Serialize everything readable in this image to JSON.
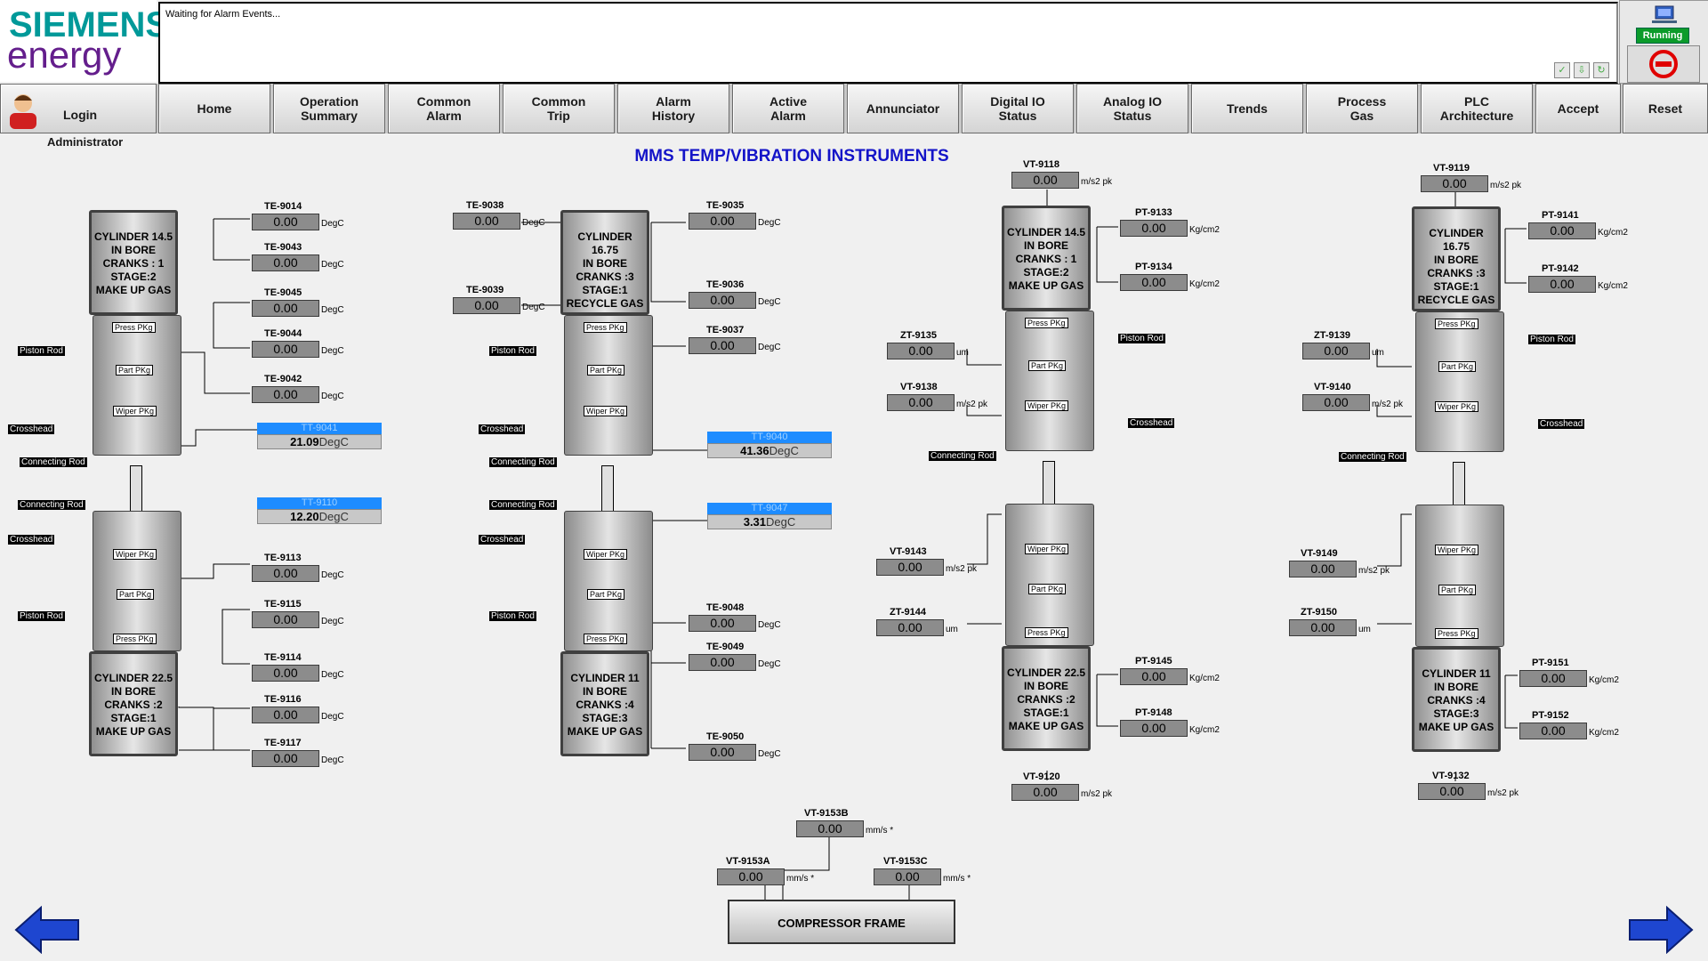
{
  "brand": {
    "line1": "SIEMENS",
    "line2": "energy"
  },
  "alarm": {
    "text": "Waiting for Alarm Events..."
  },
  "status": {
    "running": "Running"
  },
  "login": {
    "label": "Login",
    "user": "Administrator"
  },
  "nav": [
    "Home",
    "Operation\nSummary",
    "Common\nAlarm",
    "Common\nTrip",
    "Alarm\nHistory",
    "Active\nAlarm",
    "Annunciator",
    "Digital IO\nStatus",
    "Analog IO\nStatus",
    "Trends",
    "Process\nGas",
    "PLC\nArchitecture",
    "Accept",
    "Reset"
  ],
  "title": "MMS TEMP/VIBRATION  INSTRUMENTS",
  "pk": {
    "press": "Press PKg",
    "part": "Part PKg",
    "wiper": "Wiper PKg"
  },
  "labels": {
    "piston": "Piston Rod",
    "crosshead": "Crosshead",
    "connrod": "Connecting Rod"
  },
  "cylinders": [
    {
      "text": "CYLINDER 14.5\nIN BORE\nCRANKS : 1\nSTAGE:2\nMAKE UP GAS"
    },
    {
      "text": "CYLINDER 22.5\nIN BORE\nCRANKS :2\nSTAGE:1\nMAKE UP GAS"
    },
    {
      "text": "CYLINDER 16.75\nIN BORE\nCRANKS :3\nSTAGE:1\nRECYCLE GAS"
    },
    {
      "text": "CYLINDER 11\nIN BORE\nCRANKS :4\nSTAGE:3\nMAKE UP GAS"
    },
    {
      "text": "CYLINDER 14.5\nIN BORE\nCRANKS : 1\nSTAGE:2\nMAKE UP GAS"
    },
    {
      "text": "CYLINDER 22.5\nIN BORE\nCRANKS :2\nSTAGE:1\nMAKE UP GAS"
    },
    {
      "text": "CYLINDER 16.75\nIN BORE\nCRANKS :3\nSTAGE:1\nRECYCLE GAS"
    },
    {
      "text": "CYLINDER 11\nIN BORE\nCRANKS :4\nSTAGE:3\nMAKE UP GAS"
    }
  ],
  "instruments": [
    {
      "tag": "TE-9014",
      "value": "0.00",
      "unit": "DegC"
    },
    {
      "tag": "TE-9043",
      "value": "0.00",
      "unit": "DegC"
    },
    {
      "tag": "TE-9045",
      "value": "0.00",
      "unit": "DegC"
    },
    {
      "tag": "TE-9044",
      "value": "0.00",
      "unit": "DegC"
    },
    {
      "tag": "TE-9042",
      "value": "0.00",
      "unit": "DegC"
    },
    {
      "tag": "TE-9113",
      "value": "0.00",
      "unit": "DegC"
    },
    {
      "tag": "TE-9115",
      "value": "0.00",
      "unit": "DegC"
    },
    {
      "tag": "TE-9114",
      "value": "0.00",
      "unit": "DegC"
    },
    {
      "tag": "TE-9116",
      "value": "0.00",
      "unit": "DegC"
    },
    {
      "tag": "TE-9117",
      "value": "0.00",
      "unit": "DegC"
    },
    {
      "tag": "TE-9038",
      "value": "0.00",
      "unit": "DegC"
    },
    {
      "tag": "TE-9039",
      "value": "0.00",
      "unit": "DegC"
    },
    {
      "tag": "TE-9035",
      "value": "0.00",
      "unit": "DegC"
    },
    {
      "tag": "TE-9036",
      "value": "0.00",
      "unit": "DegC"
    },
    {
      "tag": "TE-9037",
      "value": "0.00",
      "unit": "DegC"
    },
    {
      "tag": "TE-9048",
      "value": "0.00",
      "unit": "DegC"
    },
    {
      "tag": "TE-9049",
      "value": "0.00",
      "unit": "DegC"
    },
    {
      "tag": "TE-9050",
      "value": "0.00",
      "unit": "DegC"
    },
    {
      "tag": "VT-9118",
      "value": "0.00",
      "unit": "m/s2 pk"
    },
    {
      "tag": "PT-9133",
      "value": "0.00",
      "unit": "Kg/cm2"
    },
    {
      "tag": "PT-9134",
      "value": "0.00",
      "unit": "Kg/cm2"
    },
    {
      "tag": "ZT-9135",
      "value": "0.00",
      "unit": "um"
    },
    {
      "tag": "VT-9138",
      "value": "0.00",
      "unit": "m/s2 pk"
    },
    {
      "tag": "VT-9143",
      "value": "0.00",
      "unit": "m/s2 pk"
    },
    {
      "tag": "ZT-9144",
      "value": "0.00",
      "unit": "um"
    },
    {
      "tag": "PT-9145",
      "value": "0.00",
      "unit": "Kg/cm2"
    },
    {
      "tag": "PT-9148",
      "value": "0.00",
      "unit": "Kg/cm2"
    },
    {
      "tag": "VT-9120",
      "value": "0.00",
      "unit": "m/s2 pk"
    },
    {
      "tag": "VT-9119",
      "value": "0.00",
      "unit": "m/s2 pk"
    },
    {
      "tag": "PT-9141",
      "value": "0.00",
      "unit": "Kg/cm2"
    },
    {
      "tag": "PT-9142",
      "value": "0.00",
      "unit": "Kg/cm2"
    },
    {
      "tag": "ZT-9139",
      "value": "0.00",
      "unit": "um"
    },
    {
      "tag": "VT-9140",
      "value": "0.00",
      "unit": "m/s2 pk"
    },
    {
      "tag": "VT-9149",
      "value": "0.00",
      "unit": "m/s2 pk"
    },
    {
      "tag": "ZT-9150",
      "value": "0.00",
      "unit": "um"
    },
    {
      "tag": "PT-9151",
      "value": "0.00",
      "unit": "Kg/cm2"
    },
    {
      "tag": "PT-9152",
      "value": "0.00",
      "unit": "Kg/cm2"
    },
    {
      "tag": "VT-9132",
      "value": "0.00",
      "unit": "m/s2 pk"
    },
    {
      "tag": "VT-9153B",
      "value": "0.00",
      "unit": "mm/s *"
    },
    {
      "tag": "VT-9153A",
      "value": "0.00",
      "unit": "mm/s *"
    },
    {
      "tag": "VT-9153C",
      "value": "0.00",
      "unit": "mm/s *"
    }
  ],
  "tts": [
    {
      "tag": "TT-9041",
      "value": "21.09",
      "unit": "DegC"
    },
    {
      "tag": "TT-9110",
      "value": "12.20",
      "unit": "DegC"
    },
    {
      "tag": "TT-9040",
      "value": "41.36",
      "unit": "DegC"
    },
    {
      "tag": "TT-9047",
      "value": "3.31",
      "unit": "DegC"
    }
  ],
  "frame": {
    "label": "COMPRESSOR FRAME"
  }
}
